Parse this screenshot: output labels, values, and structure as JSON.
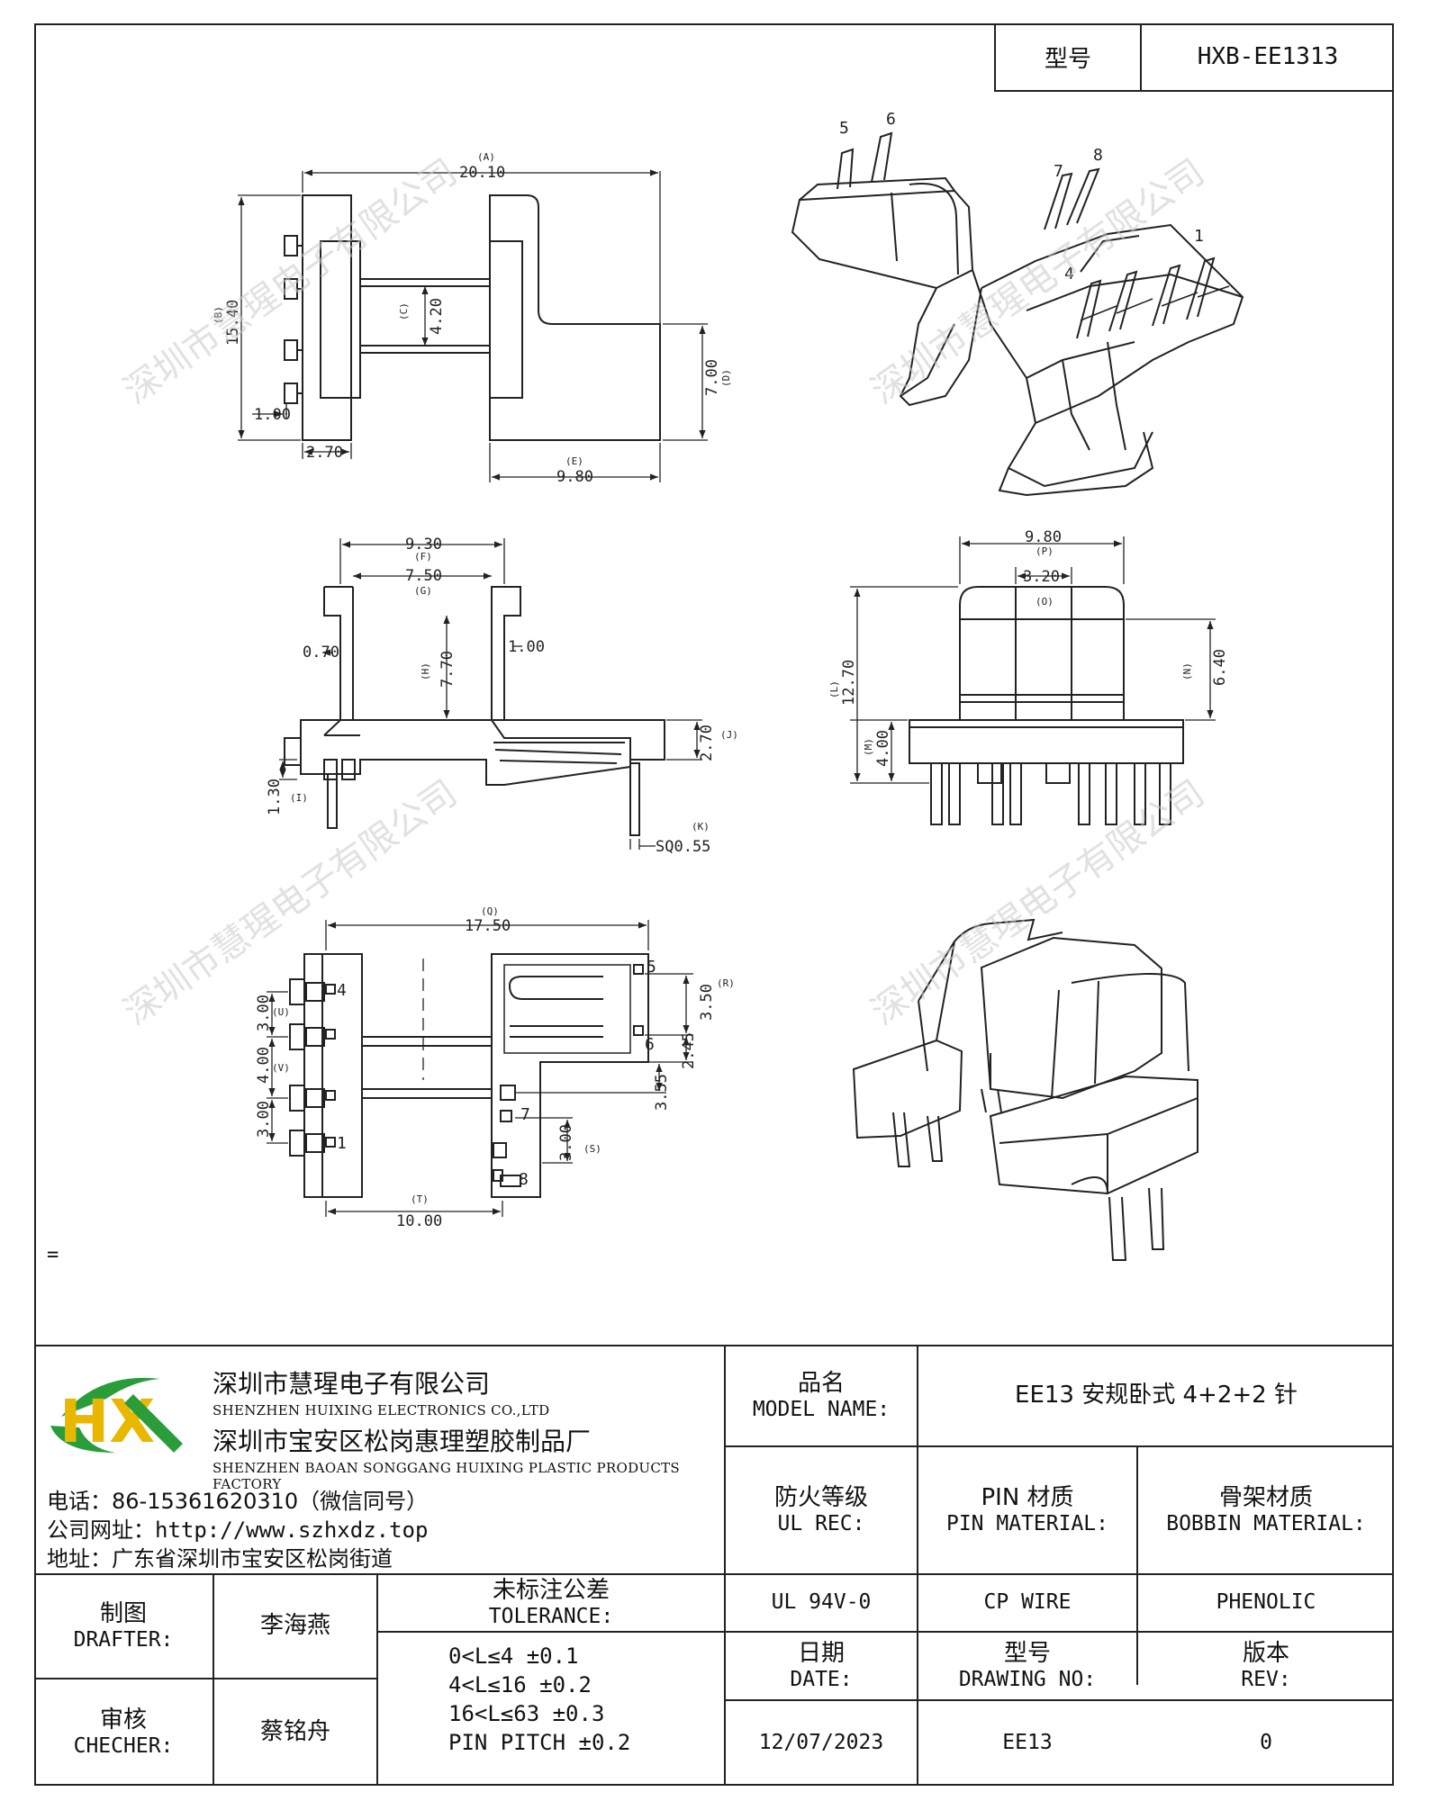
{
  "header": {
    "model_label": "型号",
    "model_value": "HXB-EE1313"
  },
  "drawing": {
    "view1": {
      "dim_a_letter": "(A)",
      "dim_a": "20.10",
      "dim_b_letter": "(B)",
      "dim_b": "15.40",
      "dim_c_letter": "(C)",
      "dim_c": "4.20",
      "dim_d": "7.00",
      "dim_d_letter": "(D)",
      "dim_e_letter": "(E)",
      "dim_e": "9.80",
      "dim_pin": "1.00",
      "dim_flange": "2.70"
    },
    "view2": {
      "dim_f": "9.30",
      "dim_f_letter": "(F)",
      "dim_g": "7.50",
      "dim_g_letter": "(G)",
      "dim_h": "7.70",
      "dim_h_letter": "(H)",
      "dim_left": "0.70",
      "dim_right": "1.00",
      "dim_j": "2.70",
      "dim_j_letter": "(J)",
      "dim_i": "1.30",
      "dim_i_letter": "(I)",
      "dim_k_letter": "(K)",
      "dim_k": "SQ0.55"
    },
    "view3": {
      "dim_p": "9.80",
      "dim_p_letter": "(P)",
      "dim_o": "3.20",
      "dim_o_letter": "(O)",
      "dim_l_letter": "(L)",
      "dim_l": "12.70",
      "dim_m_letter": "(M)",
      "dim_m": "4.00",
      "dim_n_letter": "(N)",
      "dim_n": "6.40"
    },
    "view4": {
      "dim_q_letter": "(Q)",
      "dim_q": "17.50",
      "dim_t_letter": "(T)",
      "dim_t": "10.00",
      "dim_r": "3.50",
      "dim_r_letter": "(R)",
      "dim_245": "2.45",
      "dim_355": "3.55",
      "dim_s": "3.00",
      "dim_s_letter": "(S)",
      "dim_u": "3.00",
      "dim_u_letter": "(U)",
      "dim_v": "4.00",
      "dim_v_letter": "(V)",
      "dim_w": "3.00",
      "pin_labels": [
        "4",
        "1",
        "5",
        "6",
        "7",
        "8"
      ]
    },
    "iso_pins": [
      "5",
      "6",
      "7",
      "8",
      "1",
      "4"
    ]
  },
  "watermark": "深圳市慧瑆电子有限公司",
  "stray_mark": "=",
  "company": {
    "logo_text": "HX",
    "name_cn": "深圳市慧瑆电子有限公司",
    "name_en": "SHENZHEN HUIXING ELECTRONICS CO.,LTD",
    "factory_cn": "深圳市宝安区松岗惠理塑胶制品厂",
    "factory_en": "SHENZHEN BAOAN SONGGANG HUIXING PLASTIC PRODUCTS FACTORY",
    "phone": "电话：86-15361620310（微信同号）",
    "website_label": "公司网址：",
    "website": "http://www.szhxdz.top",
    "address": "地址：广东省深圳市宝安区松岗街道"
  },
  "titleblock": {
    "model_name_cn": "品名",
    "model_name_en": "MODEL NAME:",
    "model_name_value": "EE13 安规卧式 4+2+2 针",
    "ul_cn": "防火等级",
    "ul_en": "UL REC:",
    "ul_value": "UL 94V-0",
    "pin_cn": "PIN 材质",
    "pin_en": "PIN MATERIAL:",
    "pin_value": "CP WIRE",
    "bobbin_cn": "骨架材质",
    "bobbin_en": "BOBBIN MATERIAL:",
    "bobbin_value": "PHENOLIC",
    "drafter_cn": "制图",
    "drafter_en": "DRAFTER:",
    "drafter_value": "李海燕",
    "checker_cn": "审核",
    "checker_en": "CHECHER:",
    "checker_value": "蔡铭舟",
    "tol_cn": "未标注公差",
    "tol_en": "TOLERANCE:",
    "tol_lines": [
      "0<L≤4  ±0.1",
      "4<L≤16 ±0.2",
      "16<L≤63 ±0.3",
      "PIN PITCH ±0.2"
    ],
    "date_cn": "日期",
    "date_en": "DATE:",
    "date_value": "12/07/2023",
    "dwg_cn": "型号",
    "dwg_en": "DRAWING NO:",
    "dwg_value": "EE13",
    "rev_cn": "版本",
    "rev_en": "REV:",
    "rev_value": "0"
  }
}
